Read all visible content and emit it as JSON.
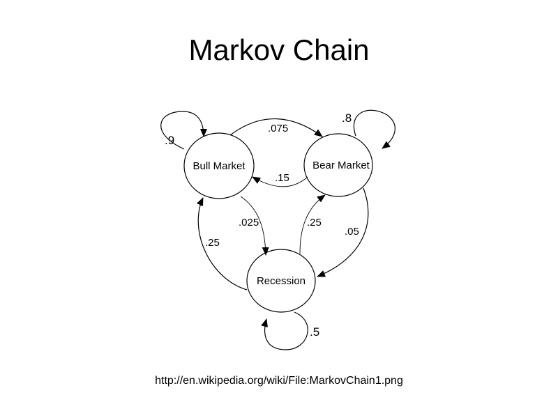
{
  "title": "Markov Chain",
  "source": "http://en.wikipedia.org/wiki/File:MarkovChain1.png",
  "states": {
    "bull": "Bull Market",
    "bear": "Bear Market",
    "recession": "Recession"
  },
  "transitions": {
    "bull_bull": ".9",
    "bull_bear": ".075",
    "bull_recession": ".025",
    "bear_bear": ".8",
    "bear_bull": ".15",
    "bear_recession": ".05",
    "recession_recession": ".5",
    "recession_bull": ".25",
    "recession_bear": ".25"
  }
}
